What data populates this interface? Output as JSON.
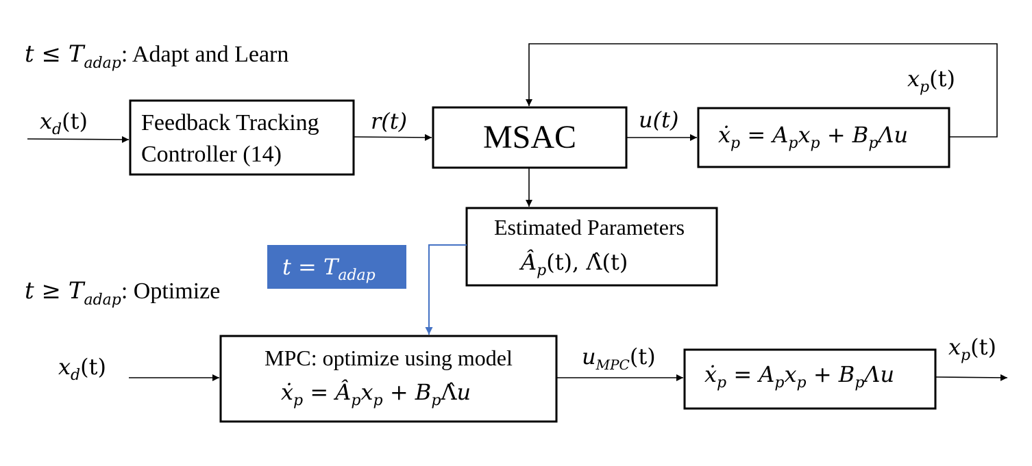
{
  "colors": {
    "accent": "#4472c4",
    "stroke": "#000000",
    "background": "#ffffff"
  },
  "phase1": {
    "condition": "t ≤ T",
    "condition_sub": "adap",
    "label": ": Adapt and Learn"
  },
  "phase2": {
    "condition": "t ≥ T",
    "condition_sub": "adap",
    "label": ": Optimize"
  },
  "switch_label": {
    "main": "t = T",
    "sub": "adap"
  },
  "top_row": {
    "input": {
      "main": "x",
      "sub": "d",
      "arg": "(t)"
    },
    "tracking_box": {
      "line1": "Feedback Tracking",
      "line2": "Controller (14)"
    },
    "r_signal": "r(t)",
    "msac_box": "MSAC",
    "u_signal": "u(t)",
    "plant_box": {
      "xdot": "ẋ",
      "p": "p",
      "eq": " = A",
      "x": "x",
      "plus": " + B",
      "tail": "Λu"
    },
    "feedback_signal": {
      "main": "x",
      "sub": "p",
      "arg": "(t)"
    }
  },
  "estimated_box": {
    "line1": "Estimated Parameters",
    "line2": {
      "a": "Â",
      "p": "p",
      "mid": "(t), ",
      "lam": "Λ̂",
      "end": "(t)"
    }
  },
  "bottom_row": {
    "input": {
      "main": "x",
      "sub": "d",
      "arg": "(t)"
    },
    "mpc_box": {
      "line1": "MPC: optimize using model",
      "line2": {
        "xdot": "ẋ",
        "p": "p",
        "eq": " = Â",
        "x": "x",
        "plus": " + B",
        "lam": "Λ̂",
        "u": "u"
      }
    },
    "u_mpc_signal": {
      "main": "u",
      "sub": "MPC",
      "arg": "(t)"
    },
    "plant_box": {
      "xdot": "ẋ",
      "p": "p",
      "eq": " = A",
      "x": "x",
      "plus": " + B",
      "tail": "Λu"
    },
    "output_signal": {
      "main": "x",
      "sub": "p",
      "arg": "(t)"
    }
  }
}
